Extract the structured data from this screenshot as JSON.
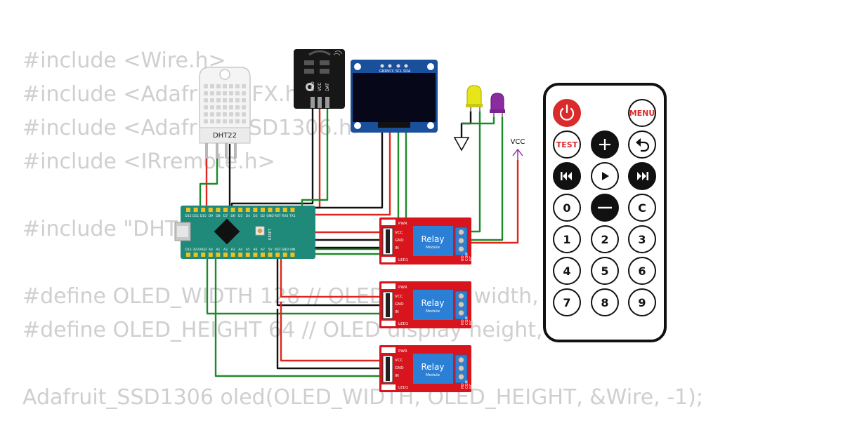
{
  "code_lines": [
    "#include <Wire.h>",
    "#include <Adafruit_GFX.h>",
    "#include <Adafruit_SSD1306.h>",
    "#include <IRremote.h>",
    "",
    "#include \"DHT.h\"",
    "",
    "#define OLED_WIDTH 128 // OLED display width, in pixels",
    "#define OLED_HEIGHT 64 // OLED display height, in pixels",
    "",
    "Adafruit_SSD1306 oled(OLED_WIDTH, OLED_HEIGHT, &Wire, -1);"
  ],
  "dht": {
    "label": "DHT22"
  },
  "ir_receiver": {
    "pins": [
      "GND",
      "VCC",
      "DAT"
    ]
  },
  "oled": {
    "pins": [
      "GND",
      "VCC",
      "SCL",
      "SDA"
    ]
  },
  "vcc_label": "VCC",
  "arduino": {
    "top_pins": [
      "D12",
      "D11",
      "D10",
      "D9",
      "D8",
      "D7",
      "D6",
      "D5",
      "D4",
      "D3",
      "D2",
      "GND",
      "RST",
      "RX0",
      "TX1"
    ],
    "bottom_pins": [
      "D13",
      "3V3",
      "AREF",
      "A0",
      "A1",
      "A2",
      "A3",
      "A4",
      "A5",
      "A6",
      "A7",
      "5V",
      "RST",
      "GND",
      "VIN"
    ],
    "reset_label": "RESET"
  },
  "relays": [
    {
      "title": "Relay",
      "subtitle": "Module",
      "left_pins": [
        "VCC",
        "GND",
        "IN"
      ],
      "leds": [
        "PWR",
        "LED1"
      ],
      "terminals": [
        "NO",
        "COM",
        "NC"
      ]
    },
    {
      "title": "Relay",
      "subtitle": "Module",
      "left_pins": [
        "VCC",
        "GND",
        "IN"
      ],
      "leds": [
        "PWR",
        "LED1"
      ],
      "terminals": [
        "NO",
        "COM",
        "NC"
      ]
    },
    {
      "title": "Relay",
      "subtitle": "Module",
      "left_pins": [
        "VCC",
        "GND",
        "IN"
      ],
      "leds": [
        "PWR",
        "LED1"
      ],
      "terminals": [
        "NO",
        "COM",
        "NC"
      ]
    }
  ],
  "remote": {
    "rows": [
      [
        {
          "text": "",
          "icon": "power-icon",
          "style": "red"
        },
        {
          "text": "",
          "style": "none"
        },
        {
          "text": "MENU",
          "style": "white-red"
        }
      ],
      [
        {
          "text": "TEST",
          "style": "white-red"
        },
        {
          "text": "",
          "icon": "plus-icon",
          "style": "dark"
        },
        {
          "text": "",
          "icon": "back-icon",
          "style": "white"
        }
      ],
      [
        {
          "text": "",
          "icon": "rewind-icon",
          "style": "dark"
        },
        {
          "text": "",
          "icon": "play-icon",
          "style": "white"
        },
        {
          "text": "",
          "icon": "forward-icon",
          "style": "dark"
        }
      ],
      [
        {
          "text": "0",
          "style": "white"
        },
        {
          "text": "",
          "icon": "minus-icon",
          "style": "dark"
        },
        {
          "text": "C",
          "style": "white"
        }
      ],
      [
        {
          "text": "1",
          "style": "white"
        },
        {
          "text": "2",
          "style": "white"
        },
        {
          "text": "3",
          "style": "white"
        }
      ],
      [
        {
          "text": "4",
          "style": "white"
        },
        {
          "text": "5",
          "style": "white"
        },
        {
          "text": "6",
          "style": "white"
        }
      ],
      [
        {
          "text": "7",
          "style": "white"
        },
        {
          "text": "8",
          "style": "white"
        },
        {
          "text": "9",
          "style": "white"
        }
      ]
    ]
  },
  "colors": {
    "wire_red": "#e0261b",
    "wire_green": "#1d8a28",
    "wire_black": "#111111",
    "relay_board": "#d8141c",
    "relay_blue": "#2b7fd4",
    "arduino_board": "#1f8a7a",
    "oled_board": "#1a4f9c",
    "remote_red": "#d92b2b",
    "led_yellow": "#e6e61a",
    "led_purple": "#8a2ba0"
  }
}
